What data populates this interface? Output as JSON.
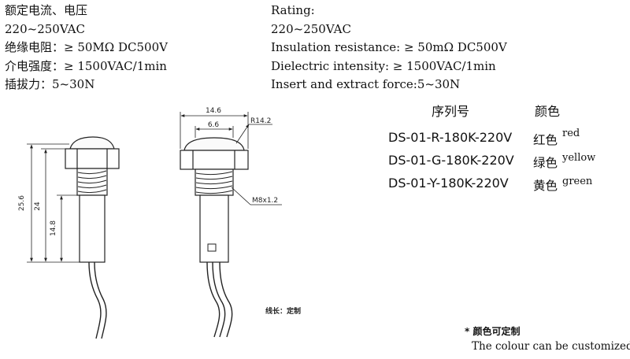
{
  "specs_cn": [
    "额定电流、电压",
    "220~250VAC",
    "绝缘电阻：≥ 50MΩ DC500V",
    "介电强度：≥ 1500VAC/1min",
    "插拔力：5~30N"
  ],
  "specs_en": [
    "Rating:",
    "220~250VAC",
    "Insulation resistance: ≥ 50mΩ DC500V",
    "Dielectric intensity: ≥ 1500VAC/1min",
    "Insert and extract force:5~30N"
  ],
  "dimensions": {
    "total_height": "25.6",
    "body_height": "24",
    "lower_height": "14.8",
    "head_width": "14.6",
    "thread_width": "6.6",
    "head_radius": "R14.2",
    "thread_spec": "M8x1.2"
  },
  "wire_length_note": "线长：定制",
  "table": {
    "header_model": "序列号",
    "header_color": "颜色",
    "rows": [
      {
        "model": "DS-01-R-180K-220V",
        "color_zh": "红色",
        "color_en": "red"
      },
      {
        "model": "DS-01-G-180K-220V",
        "color_zh": "绿色",
        "color_en": "yellow"
      },
      {
        "model": "DS-01-Y-180K-220V",
        "color_zh": "黄色",
        "color_en": "green"
      }
    ]
  },
  "footnote_cn": "* 颜色可定制",
  "footnote_en": "The colour can be customized"
}
